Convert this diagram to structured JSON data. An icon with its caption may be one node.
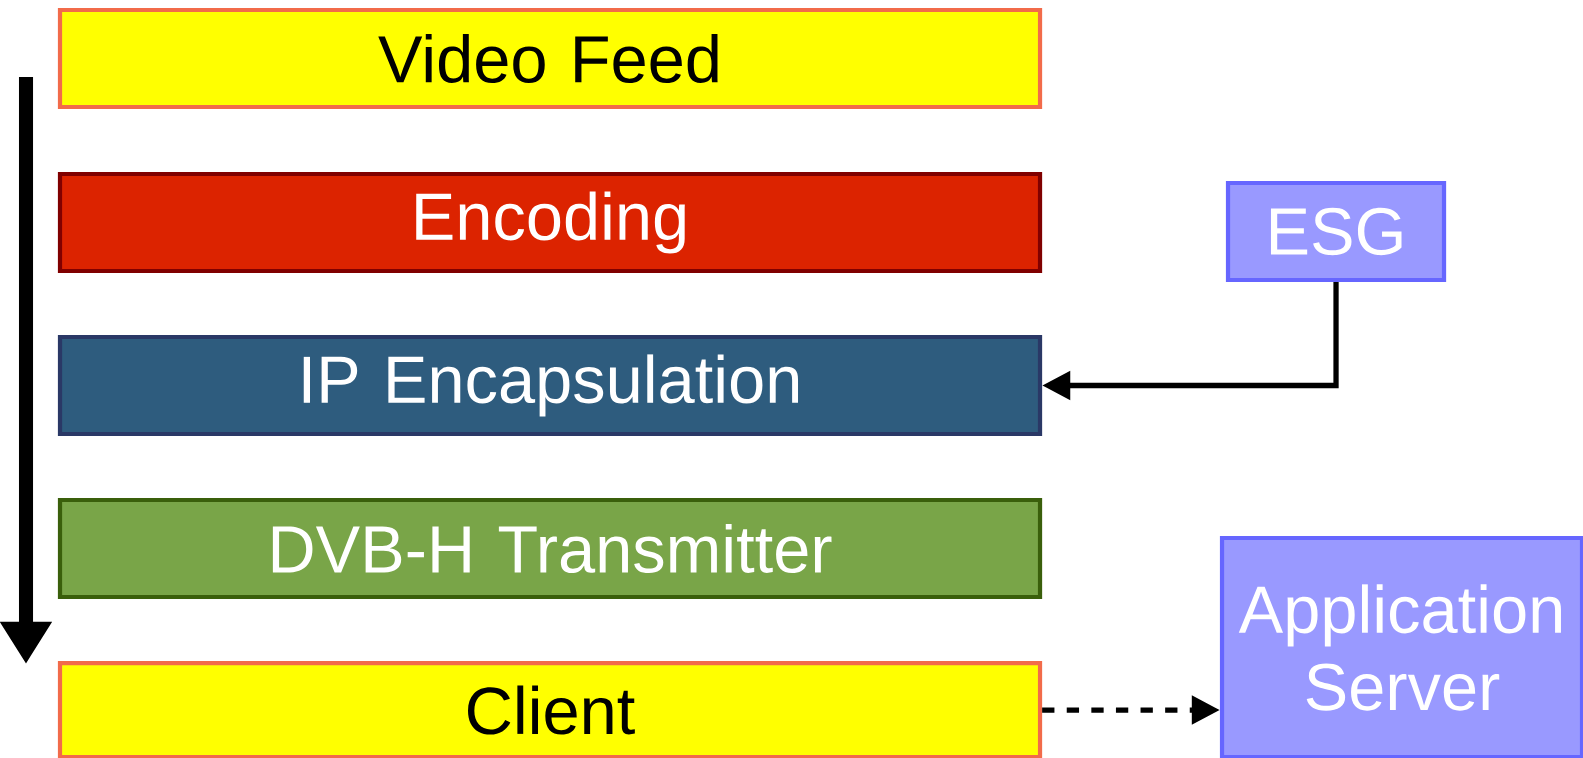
{
  "diagram": {
    "nodes": [
      {
        "text": [
          "Video Feed"
        ]
      },
      {
        "text": [
          "Encoding"
        ]
      },
      {
        "text": [
          "IP Encapsulation"
        ]
      },
      {
        "text": [
          "DVB-H Transmitter"
        ]
      },
      {
        "text": [
          "Client"
        ]
      },
      {
        "text": [
          "ESG"
        ]
      },
      {
        "text": [
          "Application Server"
        ]
      }
    ],
    "edges": [
      {
        "from": 5,
        "to": 2,
        "arrow": "to"
      },
      {
        "from": 4,
        "to": 6,
        "arrow": "to",
        "style": "dashed"
      }
    ]
  }
}
